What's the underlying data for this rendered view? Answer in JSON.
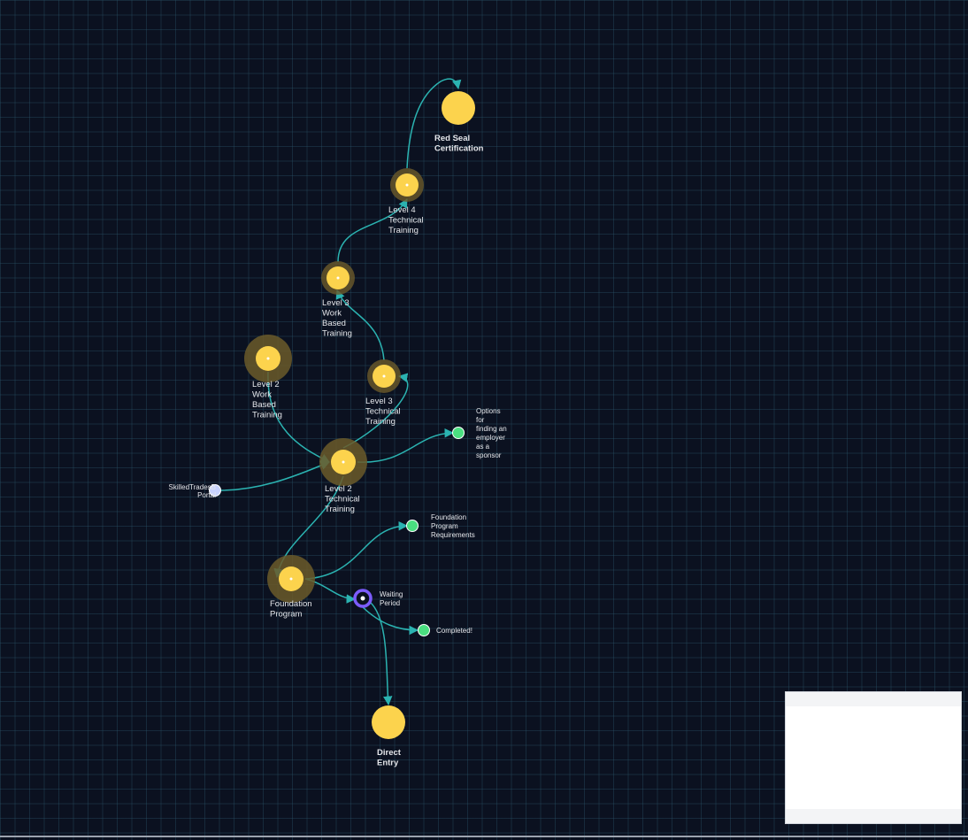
{
  "nodes": [
    {
      "id": "red-seal",
      "label": "Red Seal\nCertification",
      "kind": "milestone"
    },
    {
      "id": "level4-technical",
      "label": "Level 4\nTechnical\nTraining",
      "kind": "step"
    },
    {
      "id": "level3-work",
      "label": "Level 3\nWork\nBased\nTraining",
      "kind": "step"
    },
    {
      "id": "level2-work",
      "label": "Level 2\nWork\nBased\nTraining",
      "kind": "step-active"
    },
    {
      "id": "level3-technical",
      "label": "Level 3\nTechnical\nTraining",
      "kind": "step"
    },
    {
      "id": "level2-technical",
      "label": "Level 2\nTechnical\nTraining",
      "kind": "step-active"
    },
    {
      "id": "sponsor-options",
      "label": "Options\nfor\nfinding an\nemployer\nas a\nsponsor",
      "kind": "info"
    },
    {
      "id": "skilledtrades-portal",
      "label": "SkilledTradesB\nPortal",
      "kind": "portal"
    },
    {
      "id": "foundation-requirements",
      "label": "Foundation\nProgram\nRequirements",
      "kind": "info"
    },
    {
      "id": "foundation-program",
      "label": "Foundation\nProgram",
      "kind": "step-active"
    },
    {
      "id": "waiting-period",
      "label": "Waiting\nPeriod",
      "kind": "wait"
    },
    {
      "id": "completed",
      "label": "Completed!",
      "kind": "info"
    },
    {
      "id": "direct-entry",
      "label": "Direct\nEntry",
      "kind": "milestone"
    }
  ],
  "edges": [
    {
      "from": "level4-technical",
      "to": "red-seal"
    },
    {
      "from": "level3-work",
      "to": "level4-technical"
    },
    {
      "from": "level3-technical",
      "to": "level3-work"
    },
    {
      "from": "level2-technical",
      "to": "level3-technical"
    },
    {
      "from": "level2-work",
      "to": "level2-technical"
    },
    {
      "from": "skilledtrades-portal",
      "to": "level2-technical"
    },
    {
      "from": "level2-technical",
      "to": "sponsor-options"
    },
    {
      "from": "level2-technical",
      "to": "foundation-program"
    },
    {
      "from": "foundation-program",
      "to": "foundation-requirements"
    },
    {
      "from": "foundation-program",
      "to": "waiting-period"
    },
    {
      "from": "waiting-period",
      "to": "completed"
    },
    {
      "from": "waiting-period",
      "to": "direct-entry"
    }
  ],
  "colors": {
    "background": "#0b1120",
    "node_fill": "#fcd34d",
    "node_halo": "#6b5a2a",
    "edge": "#2bb3b1",
    "info_fill": "#4ade80",
    "portal_fill": "#c7d2fe",
    "wait_ring": "#7c5cff",
    "label": "#e5e7eb"
  },
  "minimap": {
    "visible": true
  }
}
